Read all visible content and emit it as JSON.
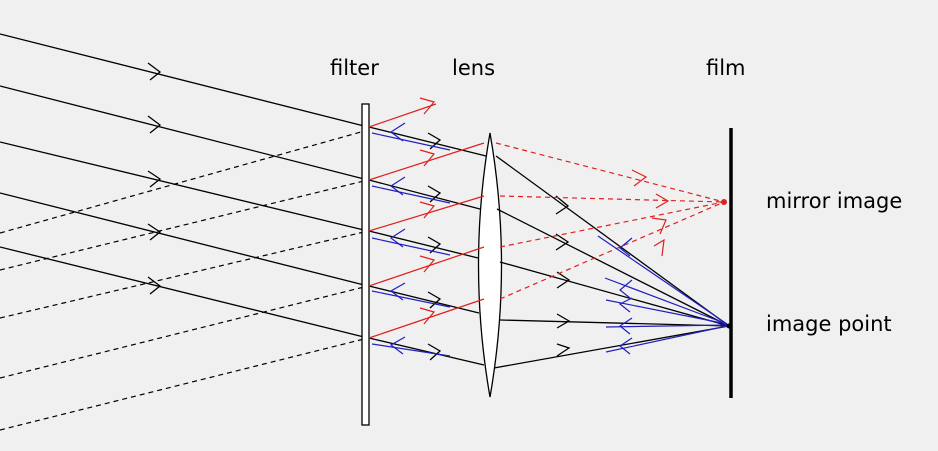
{
  "labels": {
    "filter": "filter",
    "lens": "lens",
    "film": "film",
    "mirror_image": "mirror image",
    "image_point": "image point"
  },
  "colors": {
    "background": "#f0f0f0",
    "incoming_ray": "#000000",
    "reflected_ray": "#e02020",
    "back_reflected_ray": "#2020c0",
    "film": "#000000"
  }
}
